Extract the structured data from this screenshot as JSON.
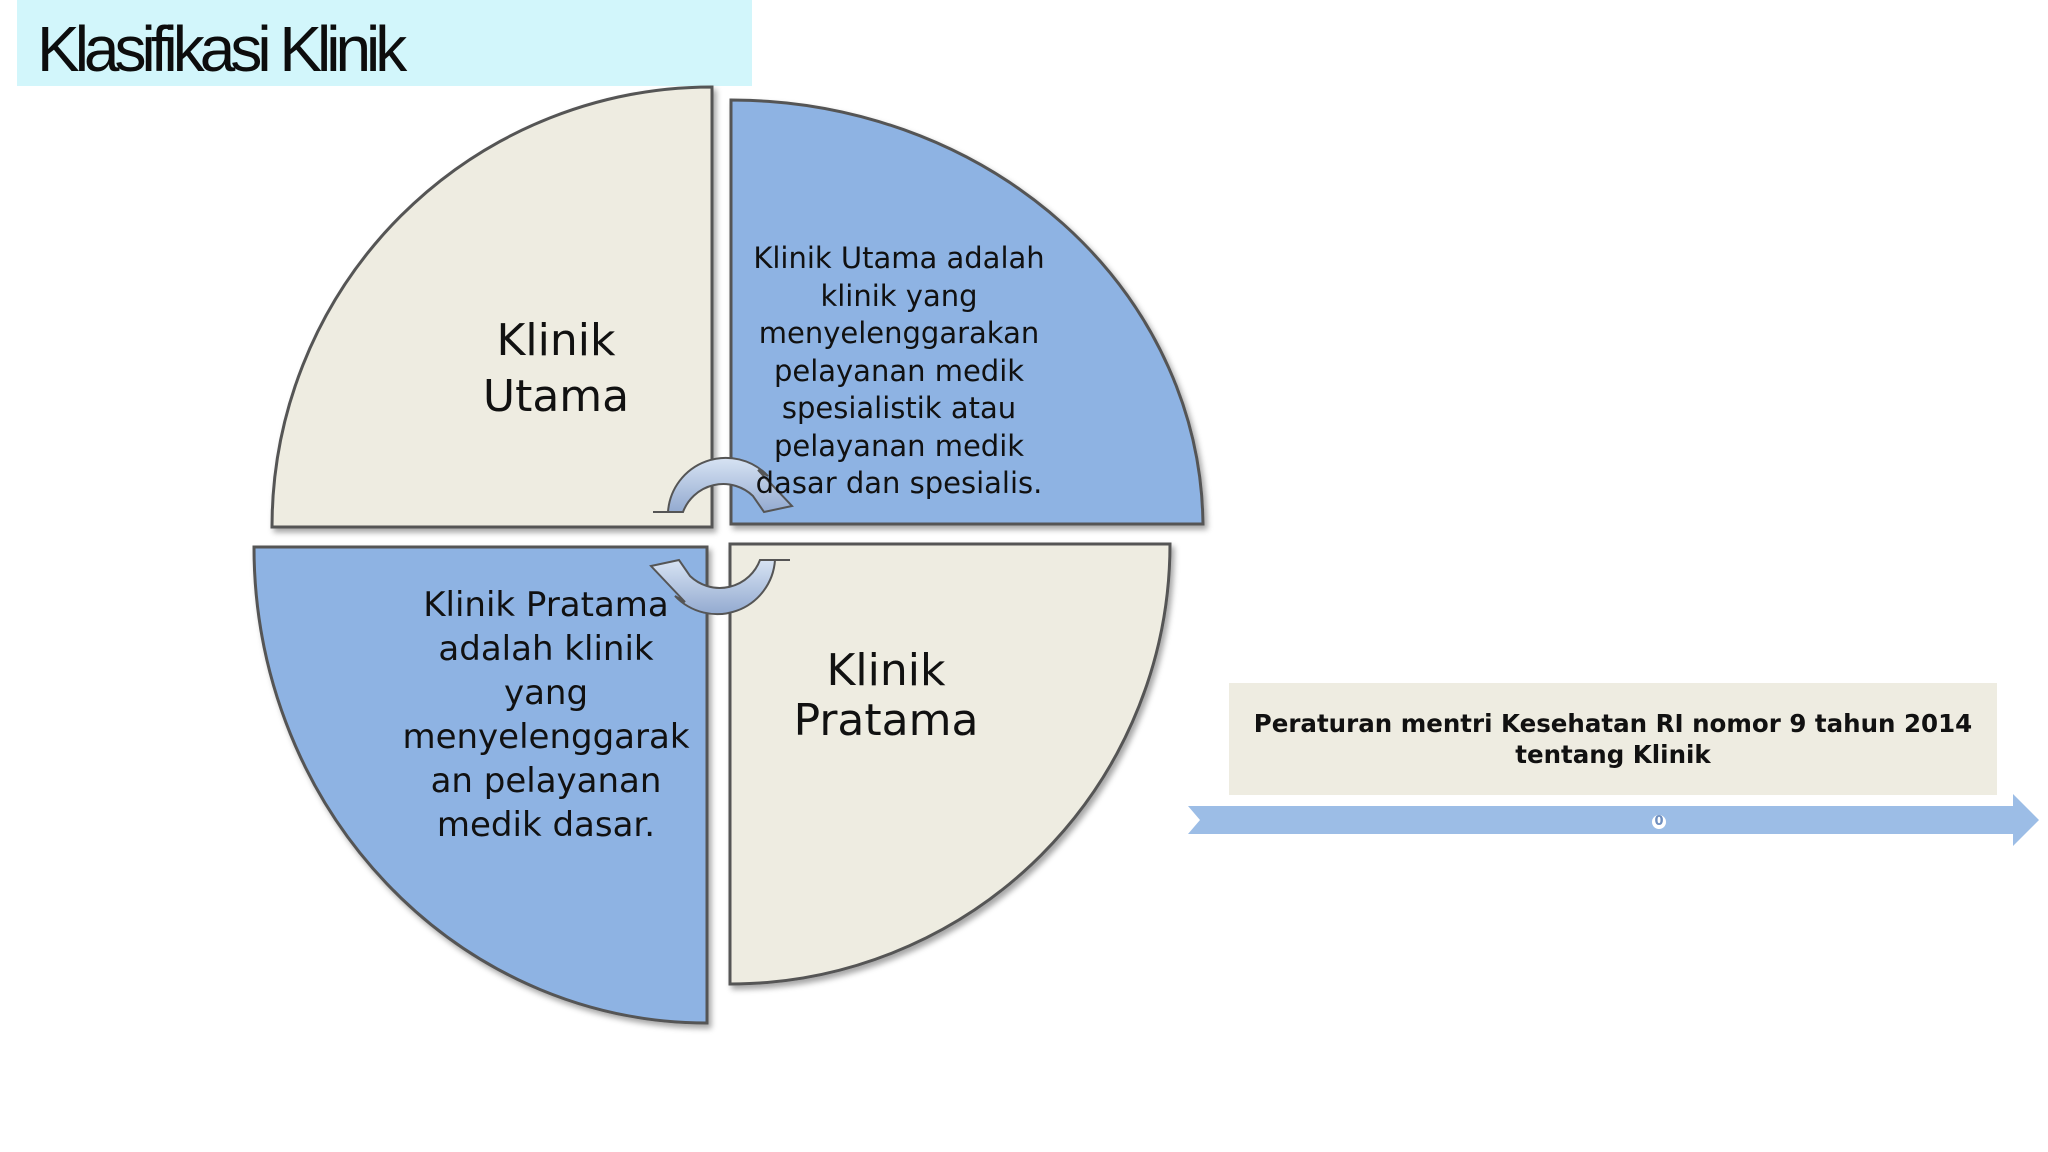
{
  "title": "Klasifikasi Klinik",
  "quadrants": {
    "top_left": {
      "label_line1": "Klinik",
      "label_line2": "Utama"
    },
    "top_right": {
      "lines": [
        "Klinik Utama adalah",
        "klinik yang",
        "menyelenggarakan",
        "pelayanan medik",
        "spesialistik atau",
        "pelayanan medik",
        "dasar dan spesialis."
      ]
    },
    "bottom_left": {
      "lines": [
        "Klinik Pratama",
        "adalah klinik",
        "yang",
        "menyelenggarak",
        "an pelayanan",
        "medik dasar."
      ]
    },
    "bottom_right": {
      "label_line1": "Klinik",
      "label_line2": "Pratama"
    }
  },
  "callout": {
    "text": "Peraturan mentri Kesehatan RI nomor 9 tahun 2014 tentang Klinik"
  },
  "timeline": {
    "marker_label": "0"
  },
  "colors": {
    "title_bg": "#d2f6fb",
    "beige": "#eeece1",
    "blue": "#8eb3e3",
    "arrow": "#9cbde6"
  }
}
